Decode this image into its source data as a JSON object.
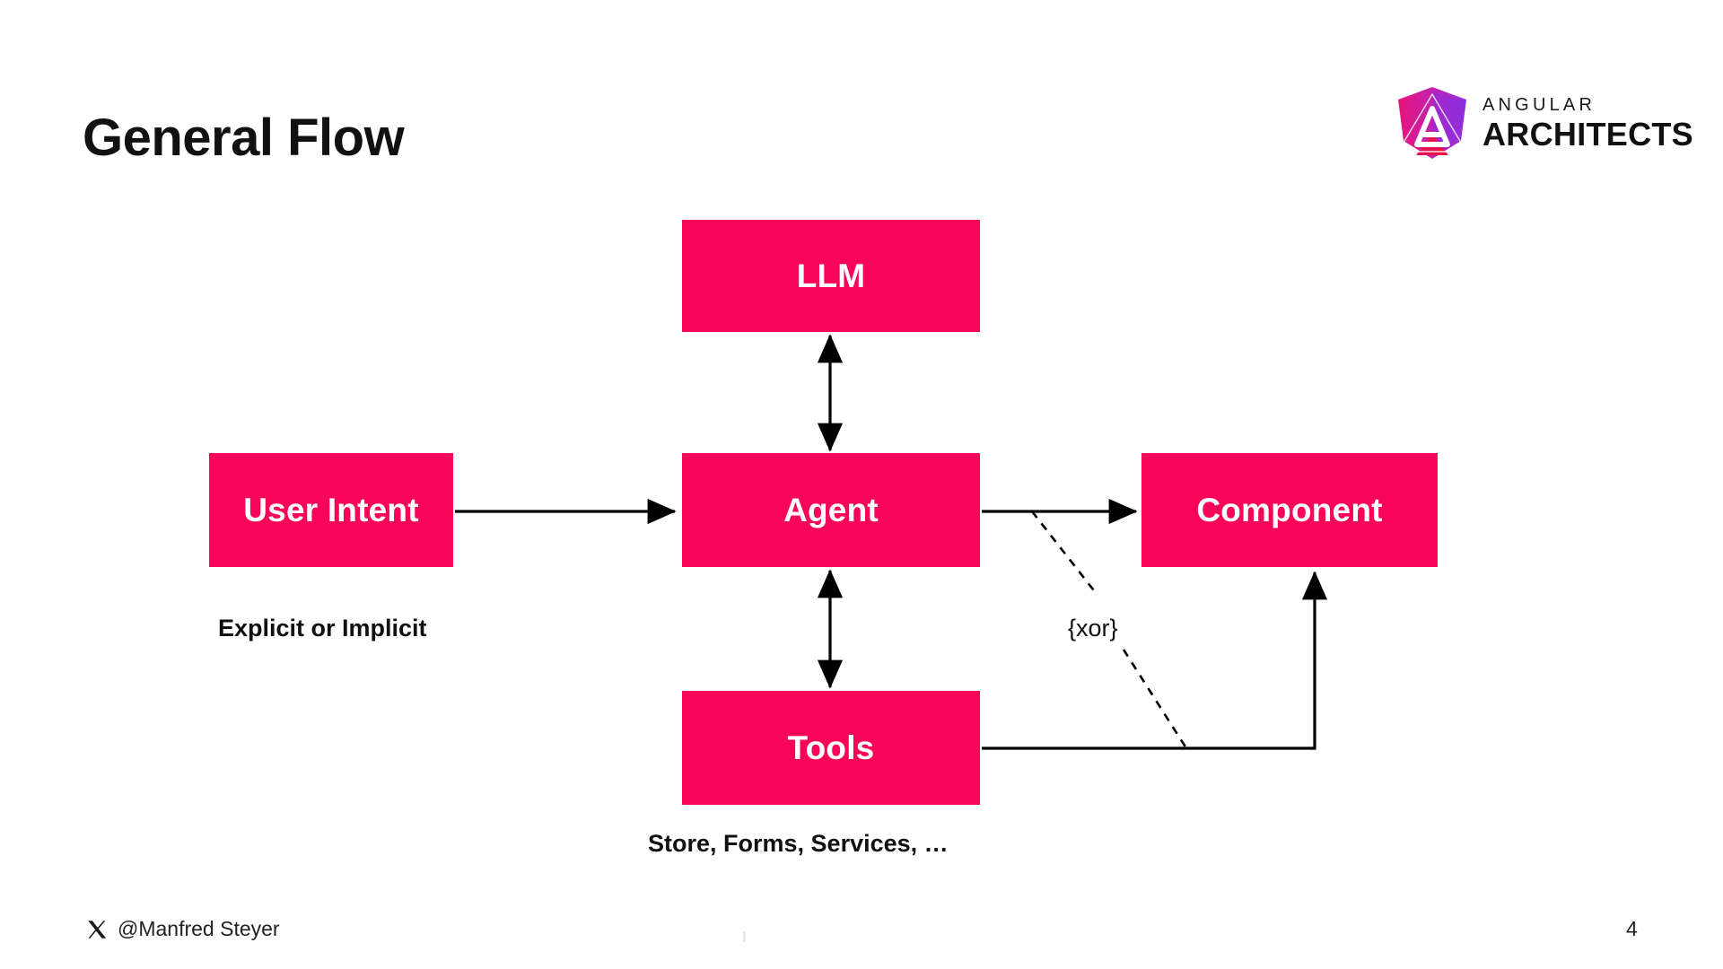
{
  "slide": {
    "title": "General Flow",
    "page_number": "4",
    "background_color": "#ffffff",
    "accent_color": "#F8055A"
  },
  "logo": {
    "line_top": "ANGULAR",
    "line_bottom": "ARCHITECTS",
    "mark_name": "angular-shield-a",
    "gradient_from": "#E6157B",
    "gradient_to": "#8B2FE0",
    "gradient_accent": "#E8124C"
  },
  "diagram": {
    "type": "flow",
    "nodes": [
      {
        "id": "llm",
        "label": "LLM"
      },
      {
        "id": "agent",
        "label": "Agent"
      },
      {
        "id": "tools",
        "label": "Tools"
      },
      {
        "id": "userintent",
        "label": "User Intent"
      },
      {
        "id": "component",
        "label": "Component"
      }
    ],
    "edges": [
      {
        "from": "userintent",
        "to": "agent",
        "style": "solid",
        "arrow": "single"
      },
      {
        "from": "agent",
        "to": "llm",
        "style": "solid",
        "arrow": "double"
      },
      {
        "from": "agent",
        "to": "tools",
        "style": "solid",
        "arrow": "double"
      },
      {
        "from": "agent",
        "to": "component",
        "style": "solid",
        "arrow": "single"
      },
      {
        "from": "tools",
        "to": "component",
        "style": "solid",
        "arrow": "single"
      },
      {
        "from": "agent-component-edge",
        "to": "tools-component-edge",
        "style": "dashed",
        "arrow": "none",
        "label": "{xor}"
      }
    ],
    "captions": {
      "user_intent": "Explicit or Implicit",
      "tools": "Store, Forms, Services, …",
      "xor": "{xor}"
    }
  },
  "footer": {
    "social_icon": "x-twitter-icon",
    "handle": "@Manfred Steyer"
  }
}
